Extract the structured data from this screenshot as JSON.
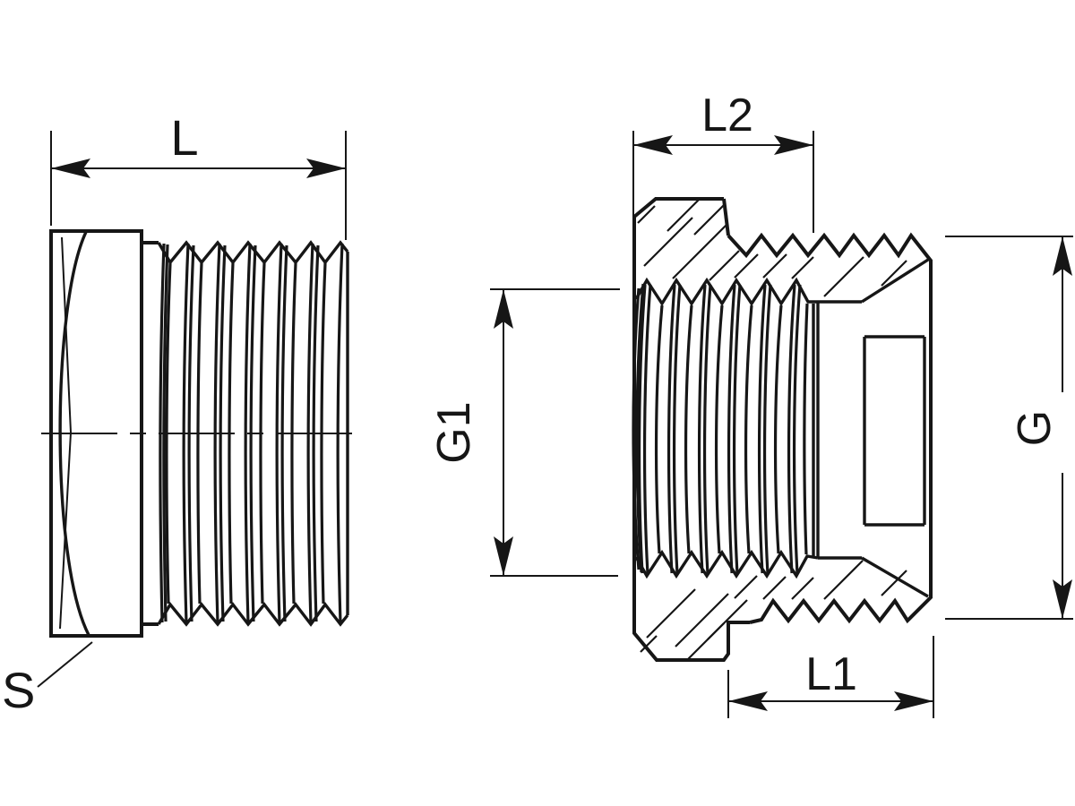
{
  "drawing": {
    "background_color": "#ffffff",
    "line_color": "#161616",
    "side_view": {
      "length_label": "L",
      "wrench_size_label": "S"
    },
    "section_view": {
      "socket_depth_label": "L2",
      "female_thread_label": "G1",
      "male_thread_label": "G",
      "male_length_label": "L1"
    }
  }
}
